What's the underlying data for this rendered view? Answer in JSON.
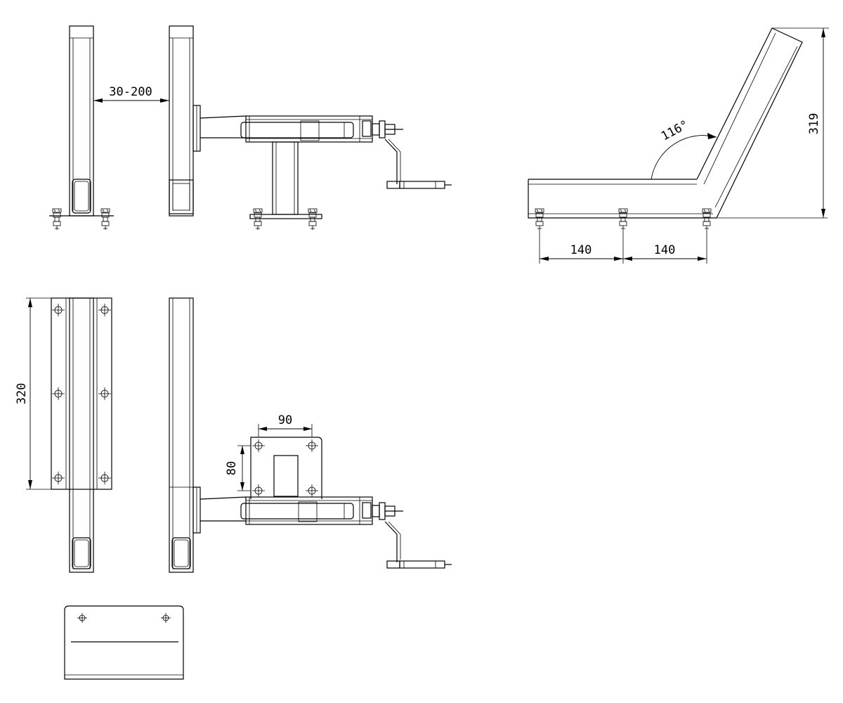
{
  "dimensions": {
    "gap": "30-200",
    "spacing_left": "140",
    "spacing_right": "140",
    "angle": "116°",
    "height": "319",
    "length": "320",
    "hole_x": "90",
    "hole_y": "80"
  }
}
